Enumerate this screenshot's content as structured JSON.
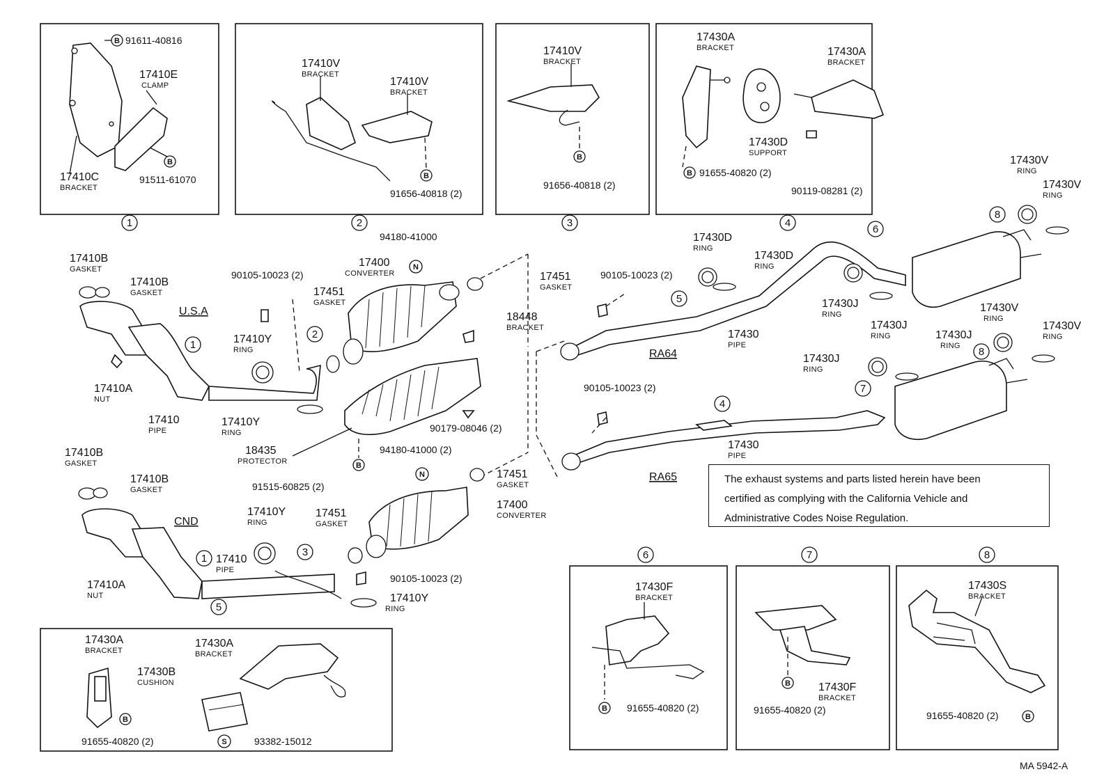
{
  "boxes": {
    "b1": {
      "num": "1",
      "bracket_c": "17410C",
      "bracket_c_sub": "BRACKET",
      "clamp": "17410E",
      "clamp_sub": "CLAMP",
      "bolt1": "91611-40816",
      "bolt2": "91511-61070"
    },
    "b2": {
      "num": "2",
      "v1": "17410V",
      "v1_sub": "BRACKET",
      "v2": "17410V",
      "v2_sub": "BRACKET",
      "bolt": "91656-40818 (2)"
    },
    "b3": {
      "num": "3",
      "v": "17410V",
      "v_sub": "BRACKET",
      "bolt": "91656-40818 (2)"
    },
    "b4": {
      "num": "4",
      "a1": "17430A",
      "a1_sub": "BRACKET",
      "a2": "17430A",
      "a2_sub": "BRACKET",
      "d": "17430D",
      "d_sub": "SUPPORT",
      "bolt1": "91655-40820 (2)",
      "bolt2": "90119-08281 (2)"
    },
    "b5": {
      "num": "5",
      "a1": "17430A",
      "a1_sub": "BRACKET",
      "a2": "17430A",
      "a2_sub": "BRACKET",
      "b": "17430B",
      "b_sub": "CUSHION",
      "bolt": "91655-40820 (2)",
      "s": "93382-15012"
    },
    "b6": {
      "num": "6",
      "f": "17430F",
      "f_sub": "BRACKET",
      "bolt": "91655-40820 (2)"
    },
    "b7": {
      "num": "7",
      "f": "17430F",
      "f_sub": "BRACKET",
      "bolt": "91655-40820 (2)"
    },
    "b8": {
      "num": "8",
      "s": "17430S",
      "s_sub": "BRACKET",
      "bolt": "91655-40820 (2)"
    }
  },
  "main": {
    "usa": "U.S.A",
    "cnd": "CND",
    "ra64": "RA64",
    "ra65": "RA65",
    "g1": "17410B",
    "g1_sub": "GASKET",
    "g2": "17410B",
    "g2_sub": "GASKET",
    "g3": "17410B",
    "g3_sub": "GASKET",
    "g4": "17410B",
    "g4_sub": "GASKET",
    "bolt_a": "90105-10023 (2)",
    "bolt_b": "90105-10023 (2)",
    "bolt_c": "90105-10023 (2)",
    "bolt_d": "90105-10023 (2)",
    "gk1": "17451",
    "gk1_sub": "GASKET",
    "gk2": "17451",
    "gk2_sub": "GASKET",
    "gk3": "17451",
    "gk3_sub": "GASKET",
    "gk4": "17451",
    "gk4_sub": "GASKET",
    "conv1": "17400",
    "conv1_sub": "CONVERTER",
    "conv2": "17400",
    "conv2_sub": "CONVERTER",
    "n1": "94180-41000",
    "n2": "94180-41000 (2)",
    "brk": "18448",
    "brk_sub": "BRACKET",
    "ry1": "17410Y",
    "ry1_sub": "RING",
    "ry2": "17410Y",
    "ry2_sub": "RING",
    "ry3": "17410Y",
    "ry3_sub": "RING",
    "ry4": "17410Y",
    "ry4_sub": "RING",
    "nut1": "17410A",
    "nut1_sub": "NUT",
    "nut2": "17410A",
    "nut2_sub": "NUT",
    "pipe1": "17410",
    "pipe1_sub": "PIPE",
    "pipe2": "17410",
    "pipe2_sub": "PIPE",
    "prot": "18435",
    "prot_sub": "PROTECTOR",
    "clip": "90179-08046 (2)",
    "bb": "91515-60825 (2)",
    "d1": "17430D",
    "d1_sub": "RING",
    "d2": "17430D",
    "d2_sub": "RING",
    "p64": "17430",
    "p64_sub": "PIPE",
    "p65": "17430",
    "p65_sub": "PIPE",
    "j1": "17430J",
    "j1_sub": "RING",
    "j2": "17430J",
    "j2_sub": "RING",
    "j3": "17430J",
    "j3_sub": "RING",
    "j4": "17430J",
    "j4_sub": "RING",
    "v1": "17430V",
    "v1_sub": "RING",
    "v2": "17430V",
    "v2_sub": "RING",
    "v3": "17430V",
    "v3_sub": "RING",
    "v4": "17430V",
    "v4_sub": "RING"
  },
  "note": {
    "line1": "The exhaust systems and parts listed herein have been",
    "line2": "certified as complying with the California Vehicle and",
    "line3": "Administrative Codes Noise Regulation."
  },
  "footer": {
    "code": "MA  5942-A"
  },
  "marks": {
    "B": "B",
    "N": "N",
    "S": "S"
  }
}
